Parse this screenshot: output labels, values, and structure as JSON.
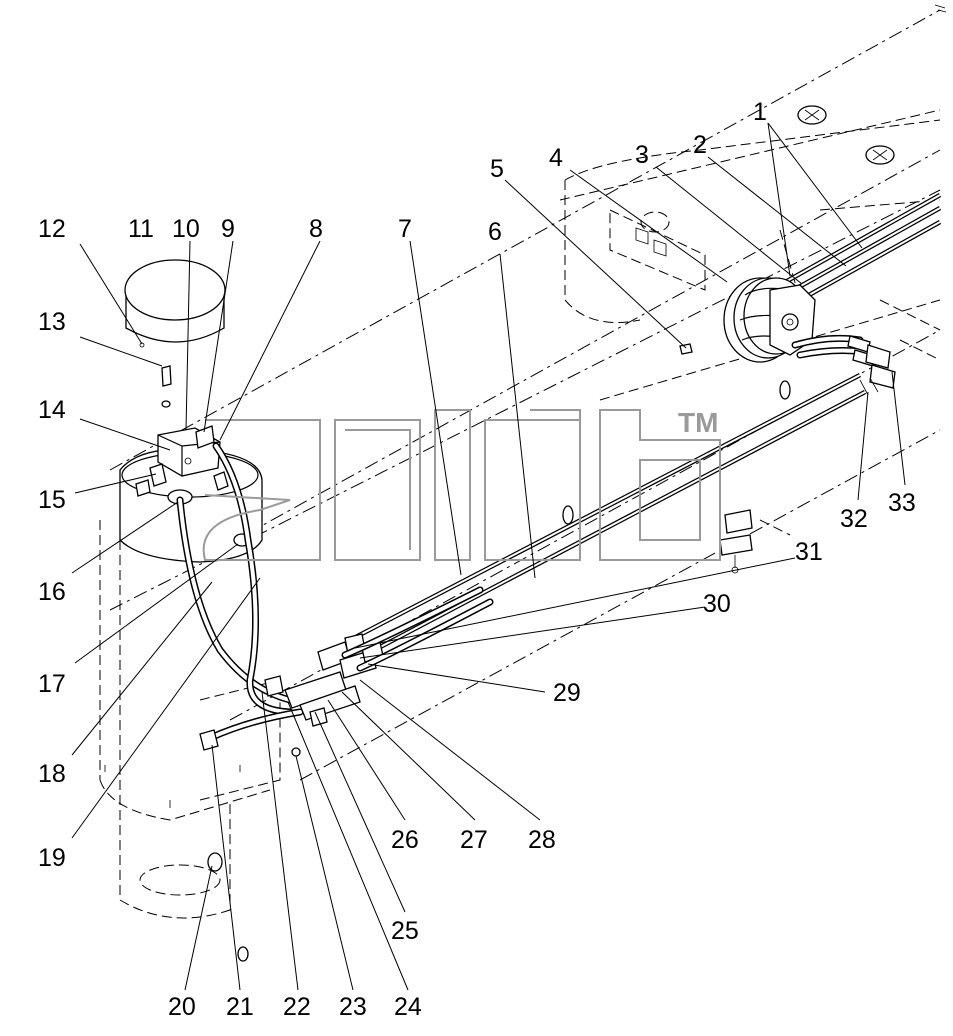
{
  "diagram": {
    "callouts": [
      {
        "id": "1",
        "text": "1"
      },
      {
        "id": "2",
        "text": "2"
      },
      {
        "id": "3",
        "text": "3"
      },
      {
        "id": "4",
        "text": "4"
      },
      {
        "id": "5",
        "text": "5"
      },
      {
        "id": "6",
        "text": "6"
      },
      {
        "id": "7",
        "text": "7"
      },
      {
        "id": "8",
        "text": "8"
      },
      {
        "id": "9",
        "text": "9"
      },
      {
        "id": "10",
        "text": "10"
      },
      {
        "id": "11",
        "text": "11"
      },
      {
        "id": "12",
        "text": "12"
      },
      {
        "id": "13",
        "text": "13"
      },
      {
        "id": "14",
        "text": "14"
      },
      {
        "id": "15",
        "text": "15"
      },
      {
        "id": "16",
        "text": "16"
      },
      {
        "id": "17",
        "text": "17"
      },
      {
        "id": "18",
        "text": "18"
      },
      {
        "id": "19",
        "text": "19"
      },
      {
        "id": "20",
        "text": "20"
      },
      {
        "id": "21",
        "text": "21"
      },
      {
        "id": "22",
        "text": "22"
      },
      {
        "id": "23",
        "text": "23"
      },
      {
        "id": "24",
        "text": "24"
      },
      {
        "id": "25",
        "text": "25"
      },
      {
        "id": "26",
        "text": "26"
      },
      {
        "id": "27",
        "text": "27"
      },
      {
        "id": "28",
        "text": "28"
      },
      {
        "id": "29",
        "text": "29"
      },
      {
        "id": "30",
        "text": "30"
      },
      {
        "id": "31",
        "text": "31"
      },
      {
        "id": "32",
        "text": "32"
      },
      {
        "id": "33",
        "text": "33"
      }
    ],
    "watermark": {
      "trademark": "TM"
    }
  }
}
